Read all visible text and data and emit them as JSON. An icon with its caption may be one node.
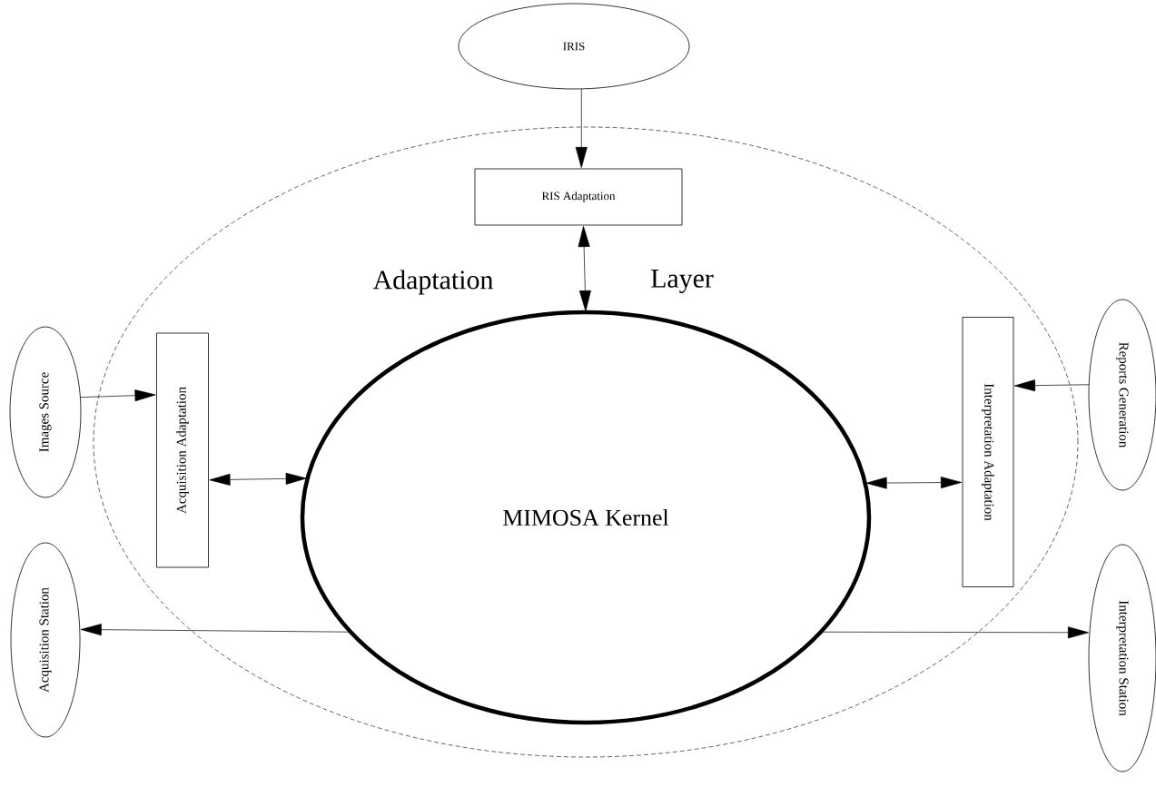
{
  "diagram": {
    "nodes": [
      {
        "text": [
          "Adaptation",
          "Layer"
        ]
      },
      {
        "text": [
          "IRIS"
        ]
      },
      {
        "text": [
          "RIS Adaptation"
        ],
        "in": 0
      },
      {
        "text": [
          "Images Source"
        ]
      },
      {
        "text": [
          "Acquisition Adaptation"
        ],
        "in": 0
      },
      {
        "text": [
          "MIMOSA Kernel"
        ],
        "in": 0
      },
      {
        "text": [
          "Reports Generation"
        ]
      },
      {
        "text": [
          "Interpretation Adaptation"
        ],
        "in": 0
      },
      {
        "text": [
          "Acquisition Station"
        ]
      },
      {
        "text": [
          "Interpretation Station"
        ]
      }
    ],
    "edges": [
      {
        "from": 1,
        "to": 2,
        "arrow": "to"
      },
      {
        "from": 2,
        "to": 5,
        "arrow": "both"
      },
      {
        "from": 3,
        "to": 4,
        "arrow": "to"
      },
      {
        "from": 4,
        "to": 5,
        "arrow": "both"
      },
      {
        "from": 6,
        "to": 7,
        "arrow": "to"
      },
      {
        "from": 5,
        "to": 7,
        "arrow": "both"
      },
      {
        "from": 5,
        "to": 8,
        "arrow": "to"
      },
      {
        "from": 5,
        "to": 9,
        "arrow": "to"
      }
    ]
  }
}
